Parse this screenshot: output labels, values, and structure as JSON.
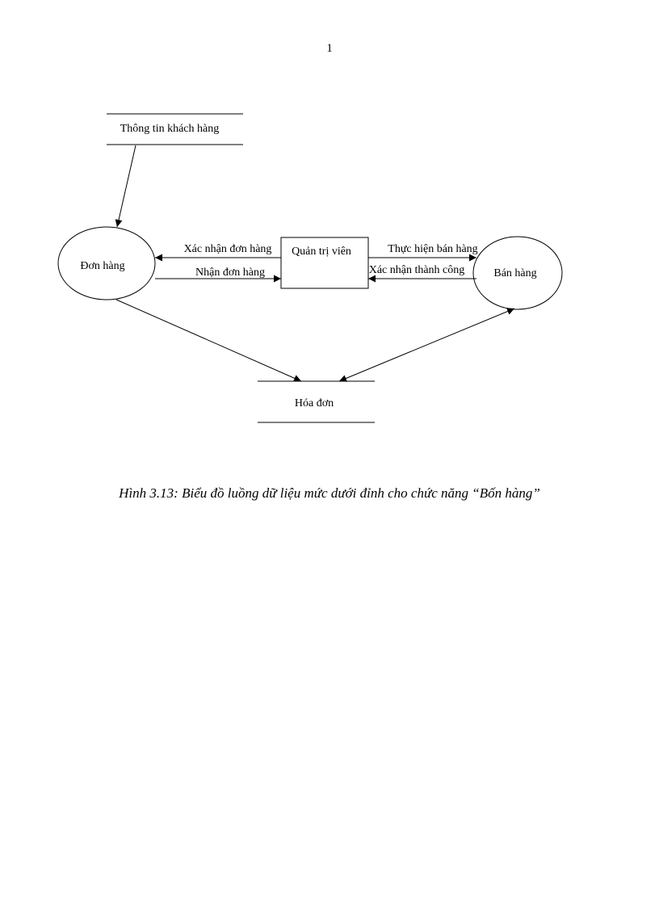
{
  "page_number": "1",
  "diagram": {
    "data_stores": {
      "customer_info": "Thông tin khách hàng",
      "invoice": "Hóa đơn"
    },
    "processes": {
      "order": "Đơn hàng",
      "sales": "Bán hàng"
    },
    "entities": {
      "admin": "Quản trị viên"
    },
    "flows": {
      "confirm_order": "Xác nhận đơn hàng",
      "receive_order": "Nhận đơn hàng",
      "perform_sale": "Thực hiện bán hàng",
      "confirm_success": "Xác nhận thành công"
    }
  },
  "caption": "Hình 3.13: Biểu đồ luồng dữ liệu mức dưới đỉnh cho chức năng “Bốn hàng”"
}
